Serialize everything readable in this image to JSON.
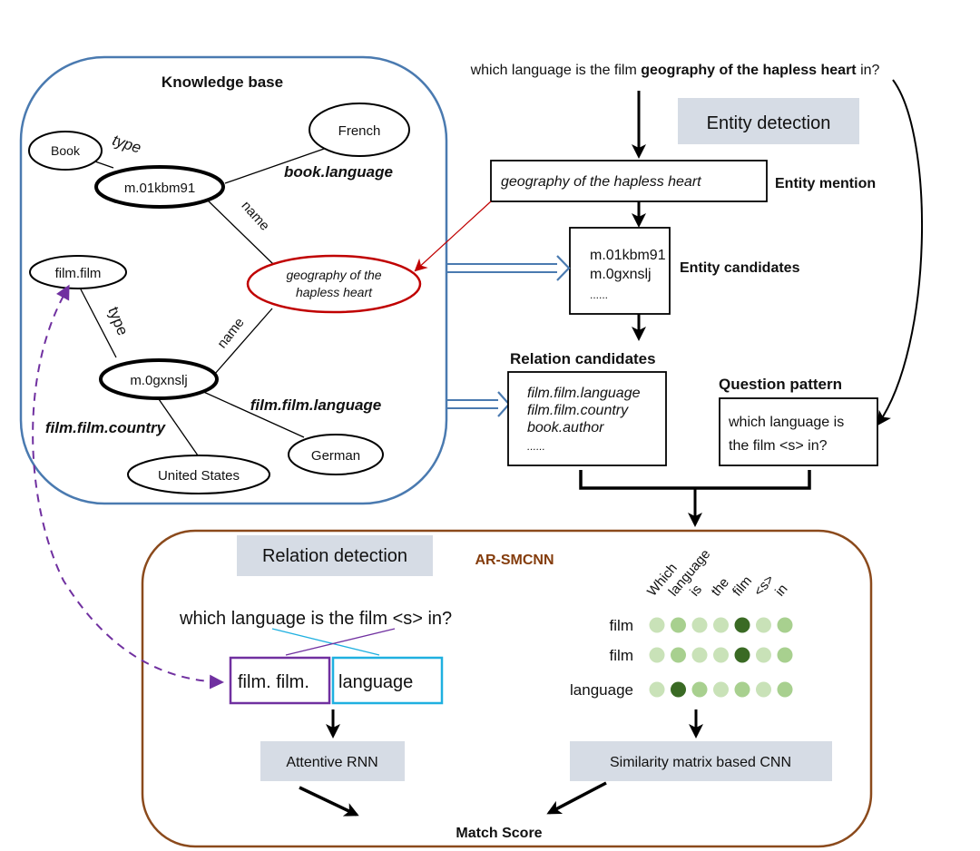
{
  "question": {
    "prefix": "which language is the film ",
    "entity": "geography of the hapless heart",
    "suffix": " in?"
  },
  "knowledge_base": {
    "title": "Knowledge base",
    "nodes": {
      "book": "Book",
      "french": "French",
      "m01kbm91": "m.01kbm91",
      "film_film": "film.film",
      "geography_line1": "geography of the",
      "geography_line2": "hapless heart",
      "m0gxnslj": "m.0gxnslj",
      "german": "German",
      "united_states": "United States"
    },
    "edges": {
      "book_type": "type",
      "book_language": "book.language",
      "name1": "name",
      "film_type": "type",
      "name2": "name",
      "film_language": "film.film.language",
      "film_country": "film.film.country"
    },
    "colors": {
      "border": "#4a7ab0",
      "highlight": "#c00000"
    }
  },
  "entity_detection": {
    "label": "Entity detection",
    "mention_value": "geography of the hapless heart",
    "mention_label": "Entity mention",
    "candidates": [
      "m.01kbm91",
      "m.0gxnslj",
      "......"
    ],
    "candidates_label": "Entity candidates"
  },
  "relation_candidates": {
    "label": "Relation candidates",
    "items": [
      "film.film.language",
      "film.film.country",
      "book.author",
      "......"
    ]
  },
  "question_pattern": {
    "label": "Question pattern",
    "lines": [
      "which language is",
      "the film <s> in?"
    ]
  },
  "relation_detection": {
    "label": "Relation detection",
    "model_name": "AR-SMCNN",
    "pattern": "which language is the film <s> in?",
    "relation_part1": "film. film.",
    "relation_part2": "language",
    "attentive_rnn": "Attentive RNN",
    "similarity_cnn": "Similarity matrix based CNN",
    "match_score": "Match Score",
    "colors": {
      "border": "#8b4a1c",
      "model_name": "#843c0c",
      "purple": "#7030a0",
      "cyan": "#1fb0e0",
      "label_bg": "#d6dce5"
    }
  },
  "similarity_matrix": {
    "columns": [
      "Which",
      "language",
      "is",
      "the",
      "film",
      "<s>",
      "in"
    ],
    "rows": [
      "film",
      "film",
      "language"
    ],
    "intensity": [
      [
        1,
        2,
        1,
        1,
        3,
        1,
        2
      ],
      [
        1,
        2,
        1,
        1,
        3,
        1,
        2
      ],
      [
        1,
        3,
        2,
        1,
        2,
        1,
        2
      ]
    ],
    "colors": {
      "1": "#c9e2b8",
      "2": "#a8d08f",
      "3": "#3a6a24"
    }
  }
}
